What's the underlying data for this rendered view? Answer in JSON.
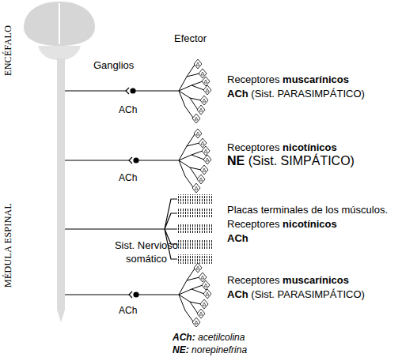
{
  "diagram": {
    "labels": [
      "ENCÉFALO",
      "MÉDULA ESPINAL",
      "Efector",
      "Ganglios",
      "Receptores",
      "muscarínicos",
      "ACh",
      "(Sist. PARASIMPÁTICO)",
      "ACh",
      "Receptores",
      "nicotínicos",
      "NE",
      "(Sist. SIMPÁTICO)",
      "ACh",
      "Placas terminales de los músculos.",
      "Receptores",
      "nicotínicos",
      "ACh",
      "Sist. Nervioso somático",
      "Receptores",
      "muscarínicos",
      "ACh",
      "(Sist. PARASIMPÁTICO)",
      "ACh",
      "ACh:",
      "acetilcolina",
      "NE:",
      "norepinefrina"
    ]
  }
}
